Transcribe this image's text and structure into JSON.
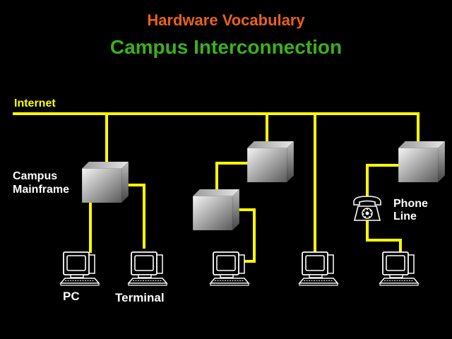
{
  "header": {
    "subtitle": "Hardware Vocabulary",
    "title": "Campus Interconnection"
  },
  "labels": {
    "internet": "Internet",
    "campus_mainframe_line1": "Campus",
    "campus_mainframe_line2": "Mainframe",
    "phone_line1": "Phone",
    "phone_line2": "Line",
    "pc": "PC",
    "terminal": "Terminal"
  },
  "colors": {
    "background": "#000000",
    "subtitle": "#e8621a",
    "title": "#3cb01c",
    "network_line": "#ffff00",
    "label_text": "#ffffff",
    "internet_label": "#ffff00"
  },
  "icons": {
    "server": "server-cube-icon",
    "computer": "computer-terminal-icon",
    "phone": "telephone-icon"
  }
}
